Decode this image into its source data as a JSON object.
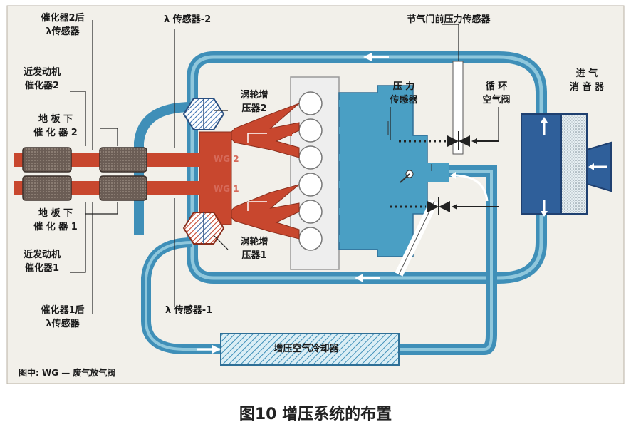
{
  "caption": "图10 增压系统的布置",
  "note": "图中: WG — 废气放气阀",
  "labels": {
    "cat2_lambda": "催化器2后\nλ传感器",
    "near_cat2": "近发动机\n催化器2",
    "floor_cat2": "地 板 下\n催 化 器 2",
    "floor_cat1": "地 板 下\n催 化 器 1",
    "near_cat1": "近发动机\n催化器1",
    "cat1_lambda": "催化器1后\nλ传感器",
    "lambda2": "λ 传感器-2",
    "lambda1": "λ 传感器-1",
    "turbo2": "涡轮增\n压器2",
    "turbo1": "涡轮增\n压器1",
    "throttle_sensor": "节气门前压力传感器",
    "pressure_sensor": "压  力\n传感器",
    "recirc_valve": "循  环\n空气阀",
    "intake_muffler": "进  气\n消 音 器",
    "intercooler": "增压空气冷却器",
    "wg2": "WG 2",
    "wg1": "WG 1"
  },
  "colors": {
    "background": "#f2f0ea",
    "exhaust": "#c8472e",
    "intake": "#3f8fb8",
    "intake_light": "#8fc7dc",
    "manifold": "#4a9fc4",
    "catalyst": "#6b5d55"
  }
}
